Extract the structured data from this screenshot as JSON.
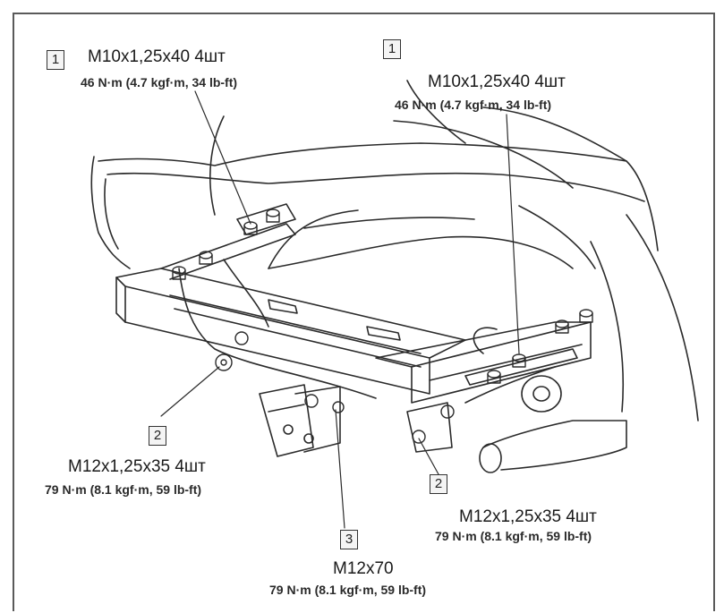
{
  "callouts": [
    {
      "number": "1",
      "spec": "M10x1,25x40 4шт",
      "torque": "46 N·m (4.7 kgf·m, 34 lb-ft)"
    },
    {
      "number": "1",
      "spec": "M10x1,25x40 4шт",
      "torque": "46 N·m (4.7 kgf·m, 34 lb-ft)"
    },
    {
      "number": "2",
      "spec": "M12x1,25x35 4шт",
      "torque": "79 N·m (8.1 kgf·m, 59 lb-ft)"
    },
    {
      "number": "2",
      "spec": "M12x1,25x35 4шт",
      "torque": "79 N·m (8.1 kgf·m, 59 lb-ft)"
    },
    {
      "number": "3",
      "spec": "M12x70",
      "torque": "79 N·m (8.1 kgf·m, 59 lb-ft)"
    }
  ]
}
